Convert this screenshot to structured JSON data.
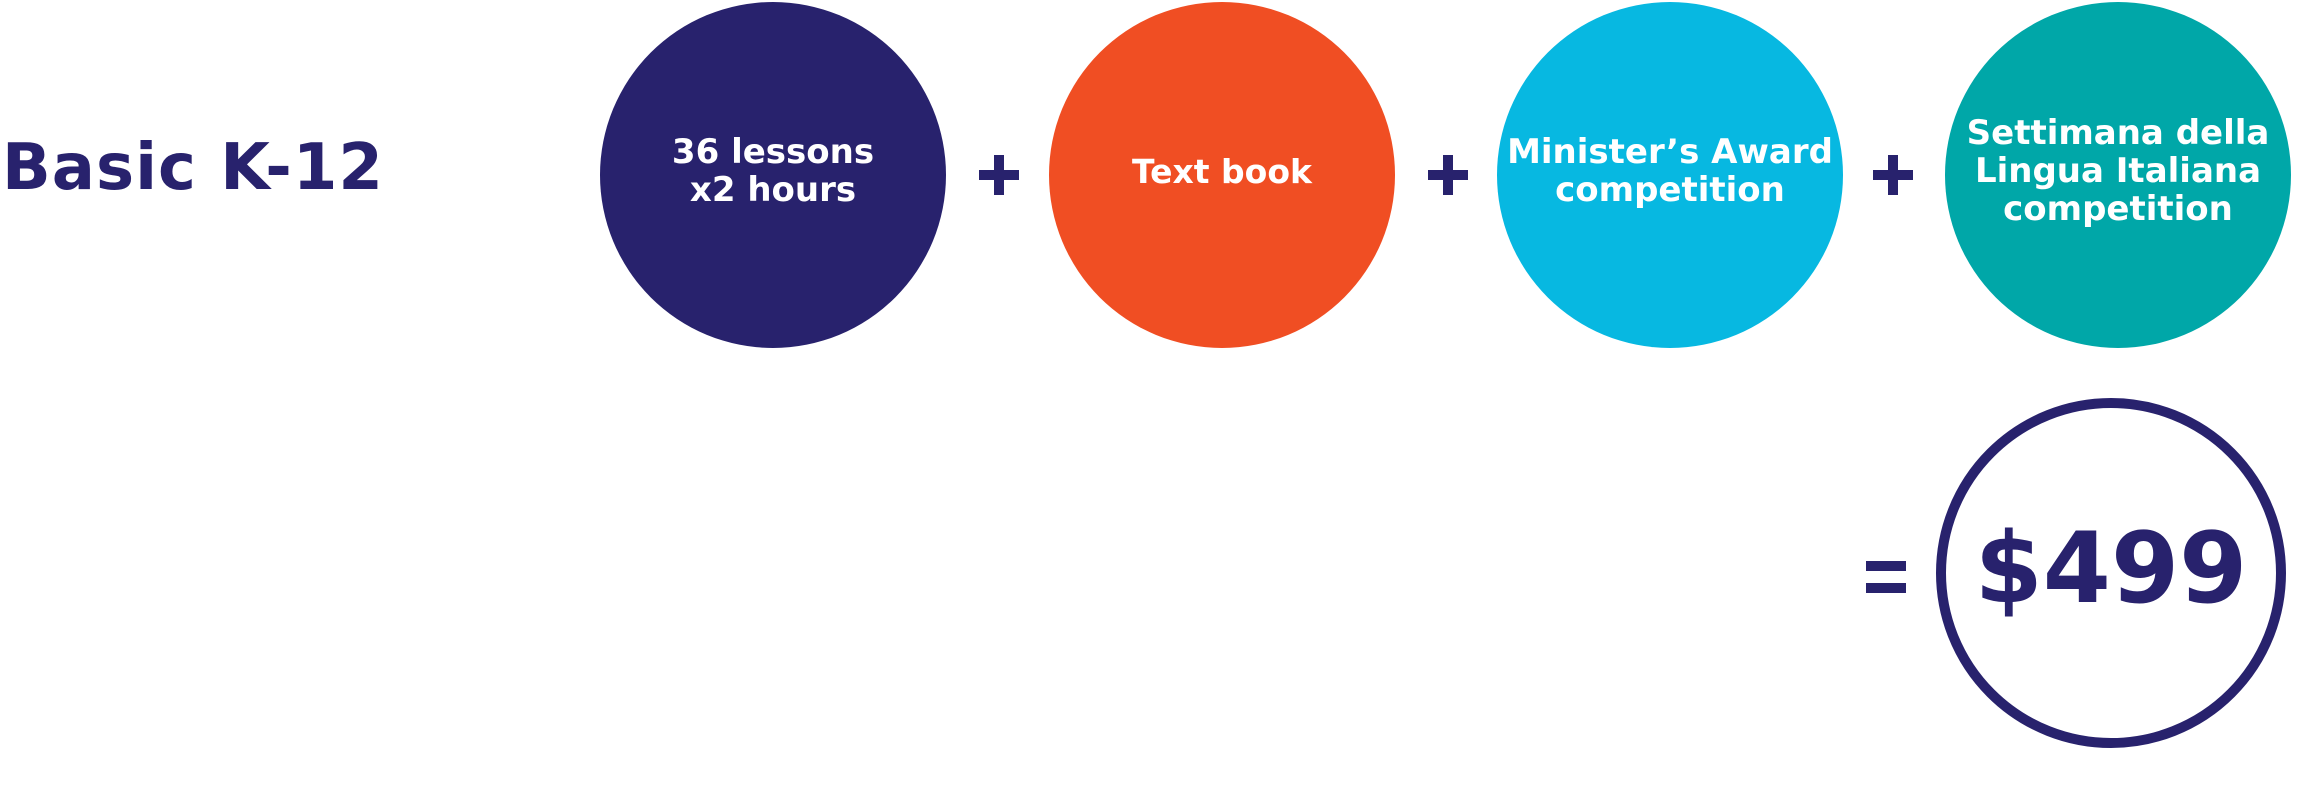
{
  "title": "Basic K-12",
  "items": [
    {
      "label": "36 lessons\nx2 hours",
      "color": "#28226d"
    },
    {
      "label": "Text book",
      "color": "#f04e23"
    },
    {
      "label": "Minister’s Award\ncompetition",
      "color": "#07b8e1"
    },
    {
      "label": "Settimana della\nLingua Italiana\ncompetition",
      "color": "#00a7a8"
    }
  ],
  "operators": {
    "plus_icon": "plus-icon",
    "equals_icon": "equals-icon"
  },
  "price": "$499",
  "colors": {
    "primary": "#28226d",
    "background": "#ffffff",
    "text_on_circle": "#ffffff"
  }
}
